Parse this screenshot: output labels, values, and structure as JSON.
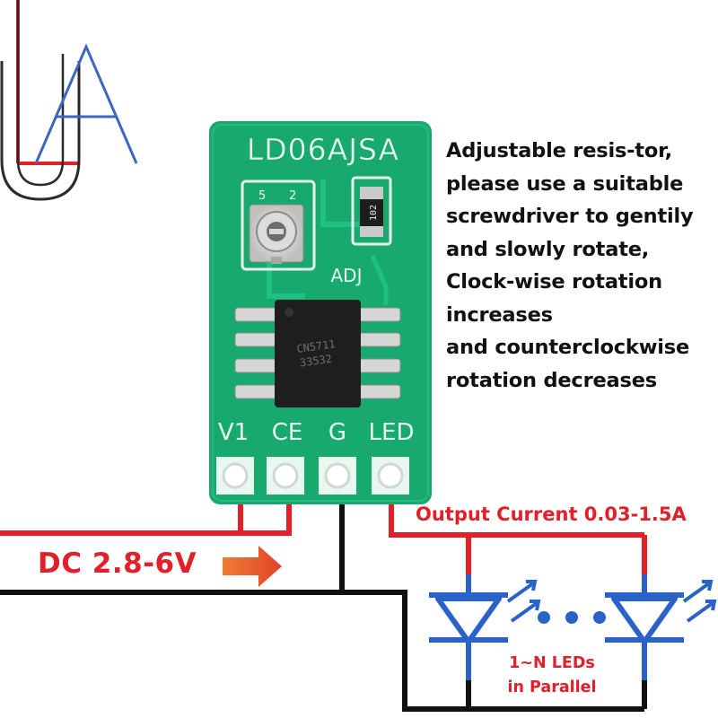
{
  "board": {
    "model": "LD06AJSA",
    "pin_labels": [
      "V1",
      "CE",
      "G",
      "LED"
    ],
    "resistor_code": "102",
    "adj_label": "ADJ",
    "pot_marks": [
      "5",
      "2"
    ],
    "chip_text": [
      "CN5711",
      "33532"
    ]
  },
  "description_lines": [
    "Adjustable resis-tor,",
    "please use a suitable",
    "screwdriver to gentily",
    "and slowly rotate,",
    "Clock-wise rotation",
    "increases",
    "and counterclockwise",
    "rotation decreases"
  ],
  "input_label": "DC 2.8-6V",
  "output_label": "Output Current 0.03-1.5A",
  "leds_label": [
    "1~N LEDs",
    "in Parallel"
  ],
  "colors": {
    "pcb": "#17a96e",
    "pcb_dark": "#0f8a58",
    "wire_red": "#e3202a",
    "wire_black": "#111111",
    "led_blue": "#2a62c8",
    "arrow": "#e8552a"
  }
}
